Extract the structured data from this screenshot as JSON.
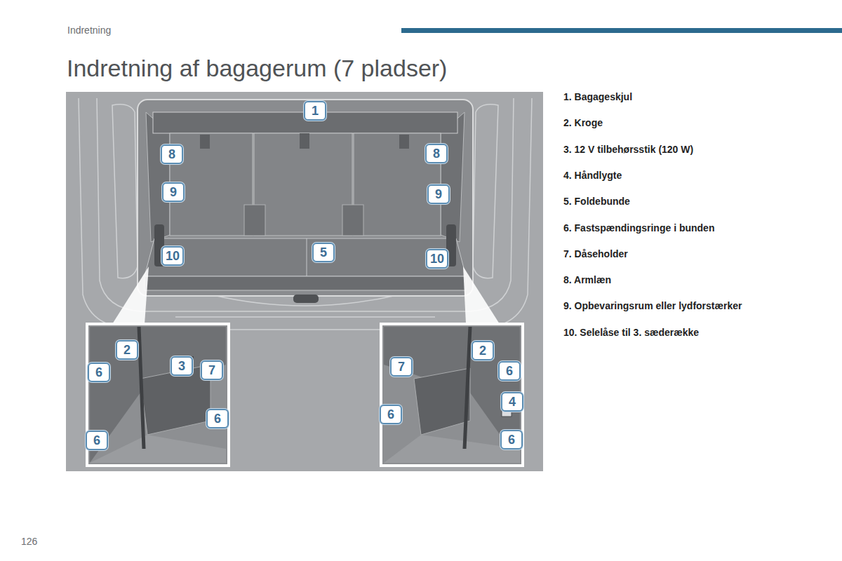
{
  "diagram": {
    "title": "Indretning af bagagerum (7 pladser)",
    "labels": [
      "Indretning",
      "1",
      "8",
      "8",
      "9",
      "9",
      "5",
      "10",
      "10",
      "2",
      "6",
      "3",
      "7",
      "6",
      "6",
      "2",
      "7",
      "6",
      "6",
      "4",
      "6",
      "1. Bagageskjul",
      "2. Kroge",
      "3. 12 V tilbehørsstik (120 W)",
      "4. Håndlygte",
      "5. Foldebunde",
      "6. Fastspændingsringe i bunden",
      "7. Dåseholder",
      "8. Armlæn",
      "9. Opbevaringsrum eller lydforstærker",
      "10. Selelåse til 3. sæderække",
      "126"
    ]
  }
}
